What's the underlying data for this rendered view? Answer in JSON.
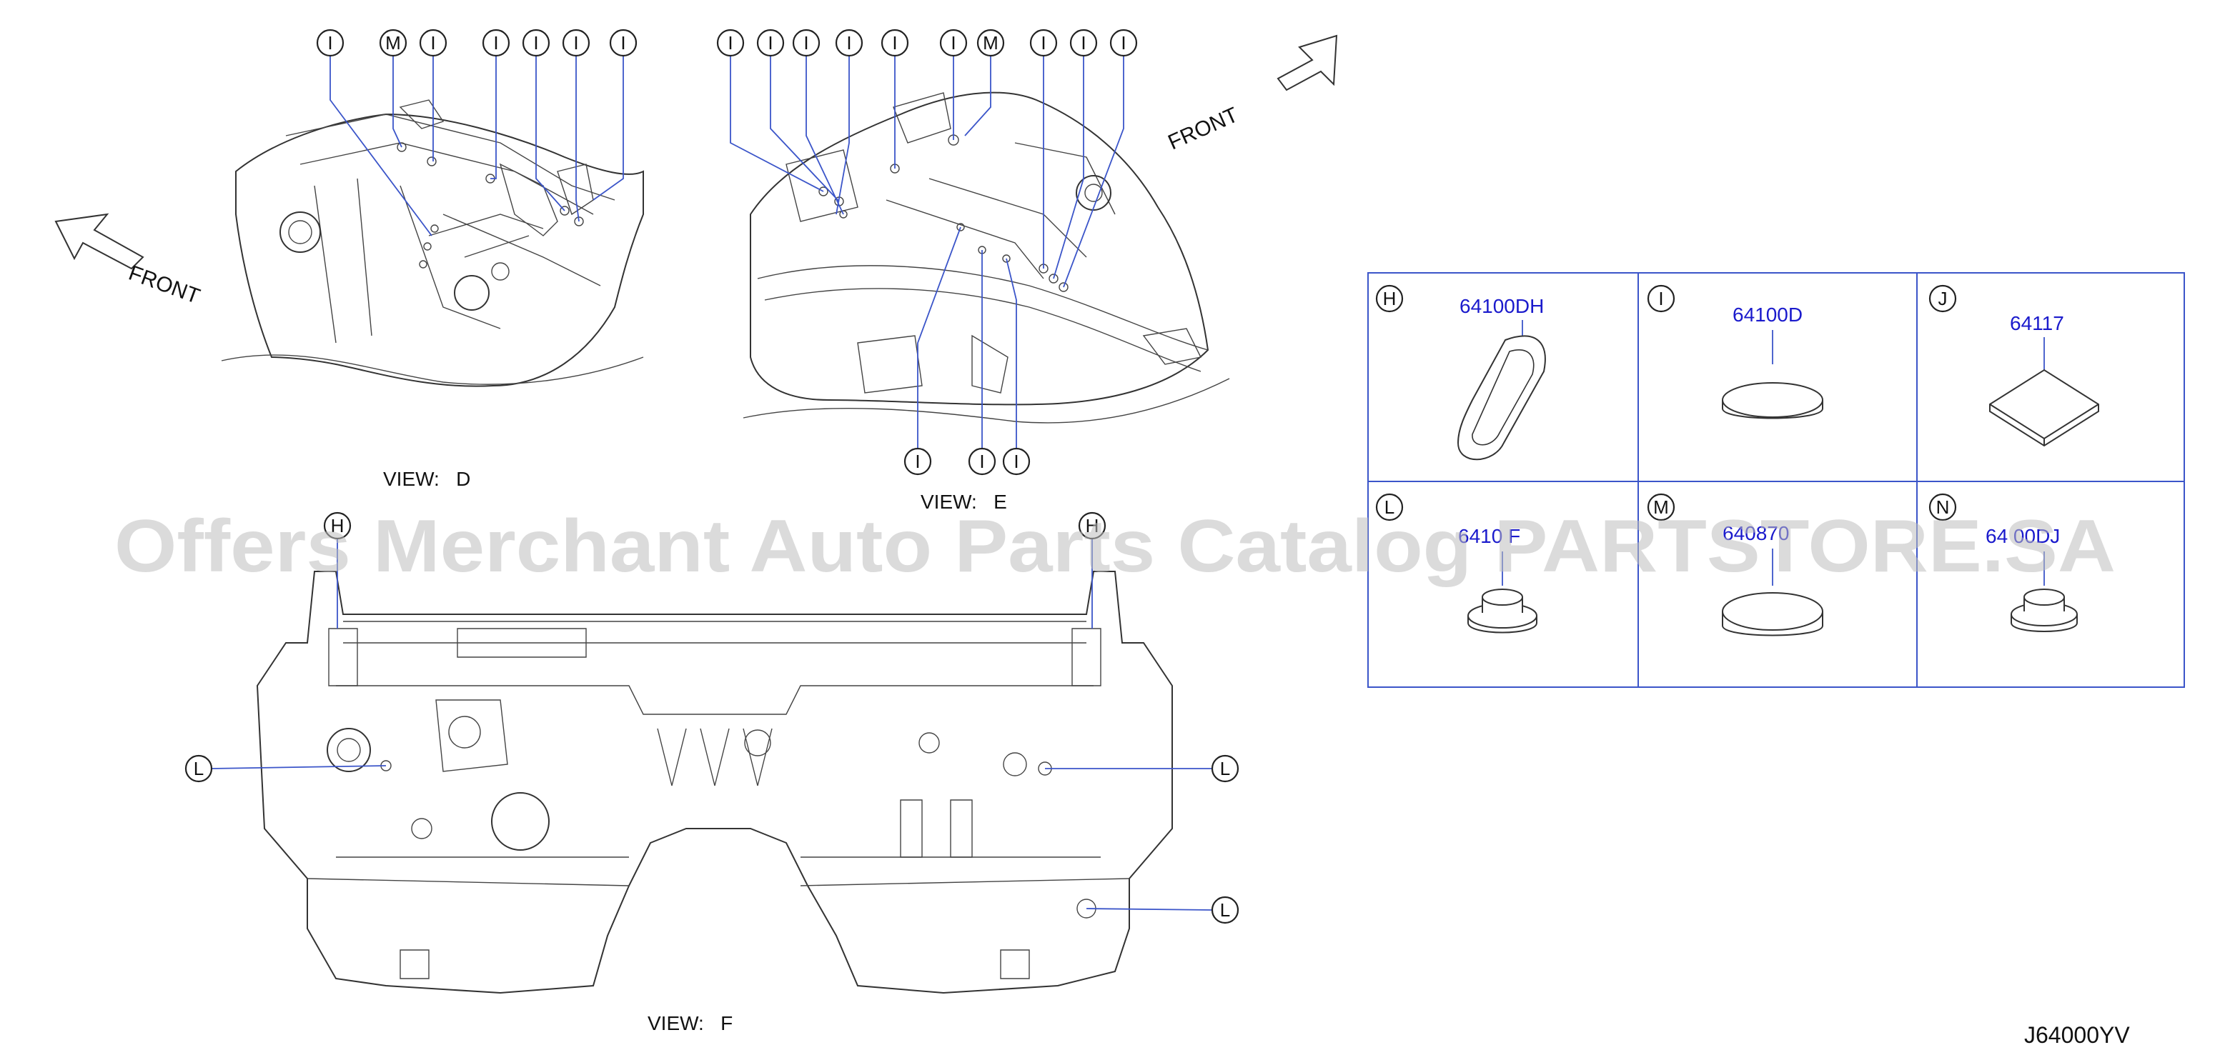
{
  "views": {
    "d": {
      "caption": "VIEW:   D",
      "front": "FRONT"
    },
    "e": {
      "caption": "VIEW:   E",
      "front": "FRONT"
    },
    "f": {
      "caption": "VIEW:   F"
    }
  },
  "callouts": {
    "view_d": [
      "I",
      "M",
      "I",
      "I",
      "I",
      "I",
      "I"
    ],
    "view_e_top": [
      "I",
      "I",
      "I",
      "I",
      "I",
      "I",
      "M",
      "I",
      "I",
      "I"
    ],
    "view_e_bottom": [
      "I",
      "I",
      "I"
    ],
    "view_f": [
      "H",
      "H",
      "L",
      "L",
      "L"
    ]
  },
  "legend": {
    "cells": [
      {
        "letter": "H",
        "part": "64100DH"
      },
      {
        "letter": "I",
        "part": "64100D"
      },
      {
        "letter": "J",
        "part": "64117"
      },
      {
        "letter": "L",
        "part": "6410 F"
      },
      {
        "letter": "M",
        "part": "640870"
      },
      {
        "letter": "N",
        "part": "64 00DJ"
      }
    ]
  },
  "watermark": "Offers Merchant Auto Parts Catalog PARTSTORE.SA",
  "diagram_code": "J64000YV",
  "colors": {
    "leader": "#3b55c9",
    "part_number": "#1a1acc",
    "ink": "#333333"
  }
}
